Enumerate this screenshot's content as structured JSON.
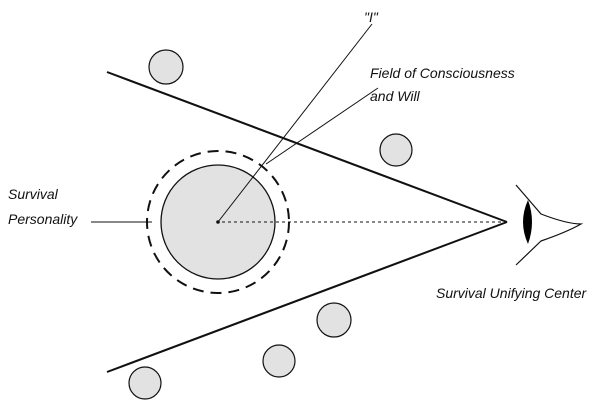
{
  "labels": {
    "i": "\"I\"",
    "field_line1": "Field of Consciousness",
    "field_line2": "and Will",
    "survival_line1": "Survival",
    "survival_line2": "Personality",
    "unifying_center": "Survival Unifying Center"
  },
  "colors": {
    "stroke": "#111111",
    "circle_fill": "#e2e2e2",
    "eye_pupil": "#000000"
  },
  "icons": {
    "eye": "eye-icon"
  }
}
